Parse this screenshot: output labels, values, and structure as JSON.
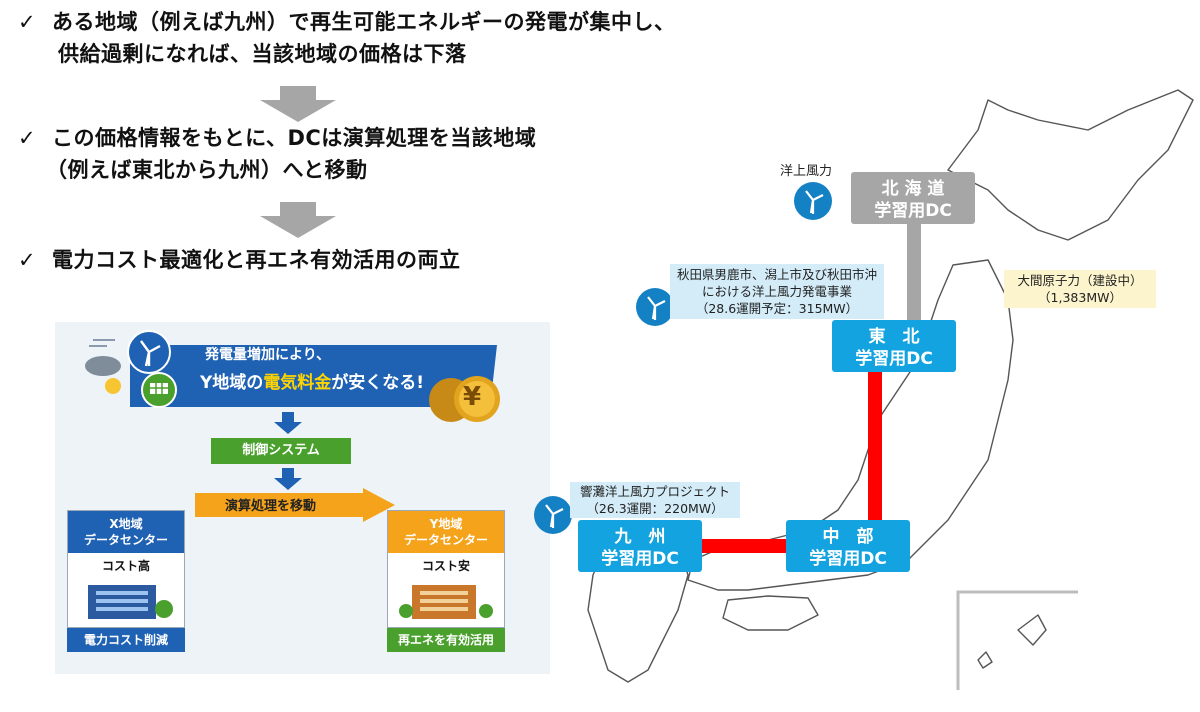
{
  "bullets": [
    {
      "check": "✓",
      "line1": "ある地域（例えば九州）で再生可能エネルギーの発電が集中し、",
      "line2": "供給過剰になれば、当該地域の価格は下落"
    },
    {
      "check": "✓",
      "line1": "この価格情報をもとに、DCは演算処理を当該地域",
      "line2": "（例えば東北から九州）へと移動"
    },
    {
      "check": "✓",
      "line1": "電力コスト最適化と再エネ有効活用の両立"
    }
  ],
  "inset": {
    "banner_line1": "発電量増加により、",
    "banner_line2_a": "Y地域の",
    "banner_line2_b": "電気料金",
    "banner_line2_c": "が安くなる!",
    "yen_symbol": "¥",
    "control_system": "制御システム",
    "move_compute": "演算処理を移動",
    "x_dc_title1": "X地域",
    "x_dc_title2": "データセンター",
    "x_cost": "コスト高",
    "x_result": "電力コスト削減",
    "y_dc_title1": "Y地域",
    "y_dc_title2": "データセンター",
    "y_cost": "コスト安",
    "y_result": "再エネを有効活用",
    "colors": {
      "blue": "#1f62b3",
      "green": "#4aa02c",
      "orange": "#f4a31b"
    }
  },
  "map": {
    "hokkaido": {
      "line1": "北 海 道",
      "line2": "学習用DC"
    },
    "tohoku": {
      "line1": "東　北",
      "line2": "学習用DC"
    },
    "chubu": {
      "line1": "中　部",
      "line2": "学習用DC"
    },
    "kyushu": {
      "line1": "九　州",
      "line2": "学習用DC"
    },
    "offshore_wind_label": "洋上風力",
    "akita_info": [
      "秋田県男鹿市、潟上市及び秋田市沖",
      "における洋上風力発電事業",
      "（28.6運開予定：315MW）"
    ],
    "hibiki_info": [
      "響灘洋上風力プロジェクト",
      "（26.3運開：220MW）"
    ],
    "ooma_info": [
      "大間原子力（建設中）",
      "（1,383MW）"
    ],
    "colors": {
      "dc_blue": "#12a3e0",
      "dc_gray": "#a6a6a6",
      "link_red": "#ff0000",
      "link_gray": "#a6a6a6"
    }
  }
}
